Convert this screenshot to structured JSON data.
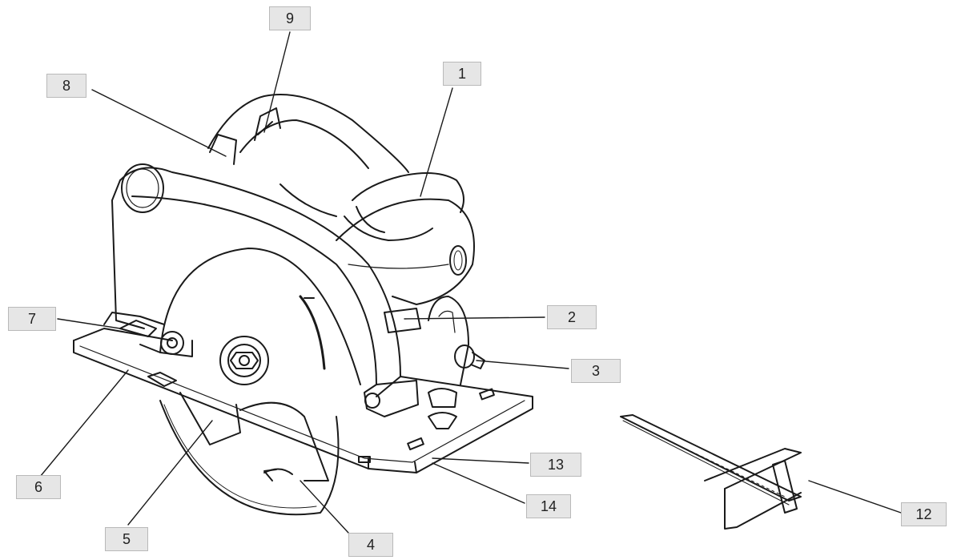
{
  "diagram": {
    "subject": "Circular saw parts illustration with numbered callouts",
    "callouts": [
      {
        "id": "1",
        "label": "1"
      },
      {
        "id": "2",
        "label": "2"
      },
      {
        "id": "3",
        "label": "3"
      },
      {
        "id": "4",
        "label": "4"
      },
      {
        "id": "5",
        "label": "5"
      },
      {
        "id": "6",
        "label": "6"
      },
      {
        "id": "7",
        "label": "7"
      },
      {
        "id": "8",
        "label": "8"
      },
      {
        "id": "9",
        "label": "9"
      },
      {
        "id": "12",
        "label": "12"
      },
      {
        "id": "13",
        "label": "13"
      },
      {
        "id": "14",
        "label": "14"
      }
    ],
    "colors": {
      "line": "#1a1a1a",
      "box_fill": "#e6e6e6",
      "box_border": "#b9b9b9"
    }
  }
}
